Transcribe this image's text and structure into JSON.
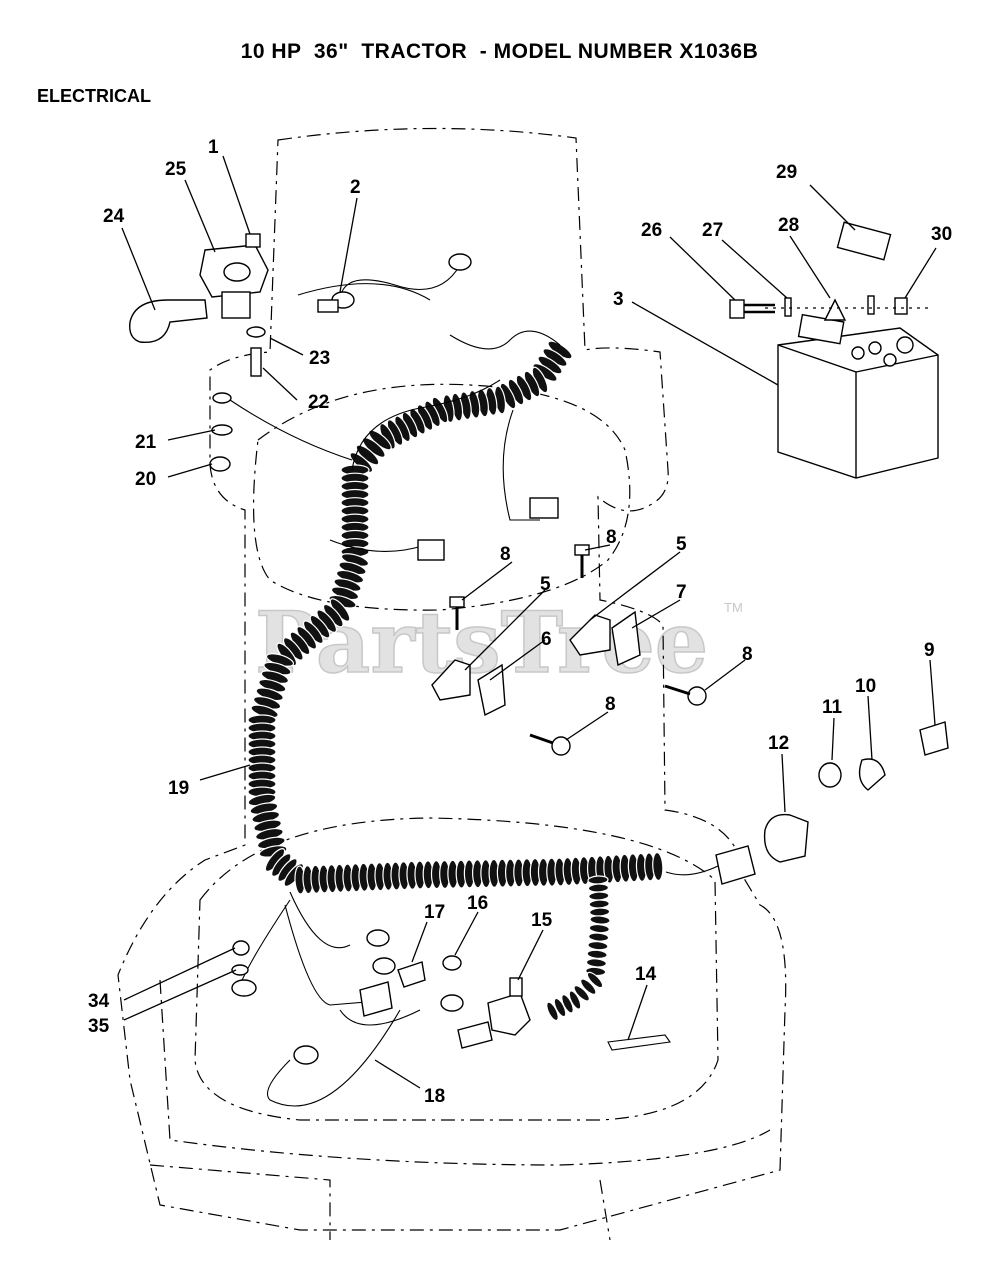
{
  "header": {
    "title": "10 HP  36\"  TRACTOR  - MODEL NUMBER X1036B",
    "section": "ELECTRICAL"
  },
  "watermark": {
    "text": "PartsTree",
    "tm": "TM"
  },
  "callouts": [
    "1",
    "2",
    "3",
    "5",
    "5",
    "6",
    "7",
    "8",
    "8",
    "8",
    "8",
    "9",
    "10",
    "11",
    "12",
    "14",
    "15",
    "16",
    "17",
    "18",
    "19",
    "20",
    "21",
    "22",
    "23",
    "24",
    "25",
    "26",
    "27",
    "28",
    "29",
    "30",
    "34",
    "35"
  ]
}
